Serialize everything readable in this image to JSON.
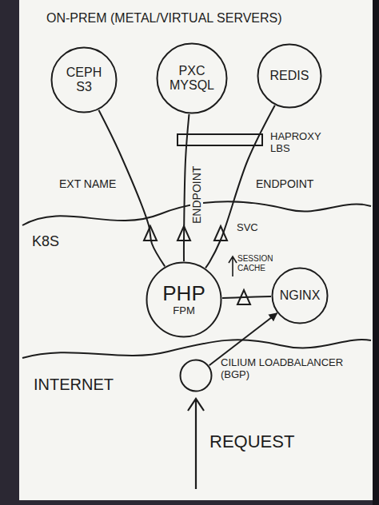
{
  "diagram": {
    "title": "ON-PREM (METAL/VIRTUAL SERVERS)",
    "nodes": [
      {
        "text": [
          "CEPH S3"
        ]
      },
      {
        "text": [
          "PXC MYSQL"
        ]
      },
      {
        "text": [
          "REDIS"
        ]
      },
      {
        "text": [
          "PHP",
          "FPM"
        ]
      },
      {
        "text": [
          "NGINX"
        ]
      },
      {
        "text": [
          "CILIUM LOADBALANCER (BGP)"
        ]
      }
    ],
    "edges": [
      {
        "from": 3,
        "to": 0,
        "label": "EXT NAME",
        "arrow": "none"
      },
      {
        "from": 3,
        "to": 1,
        "label": "ENDPOINT",
        "arrow": "none"
      },
      {
        "from": 3,
        "to": 2,
        "label": "ENDPOINT",
        "arrow": "none"
      },
      {
        "from": 4,
        "to": 3,
        "arrow": "none"
      },
      {
        "from": 5,
        "to": 4,
        "arrow": "to"
      }
    ],
    "labels": [
      "HAPROXY LBS",
      "K8S",
      "SVC",
      "SESSION CACHE",
      "INTERNET",
      "REQUEST"
    ]
  }
}
